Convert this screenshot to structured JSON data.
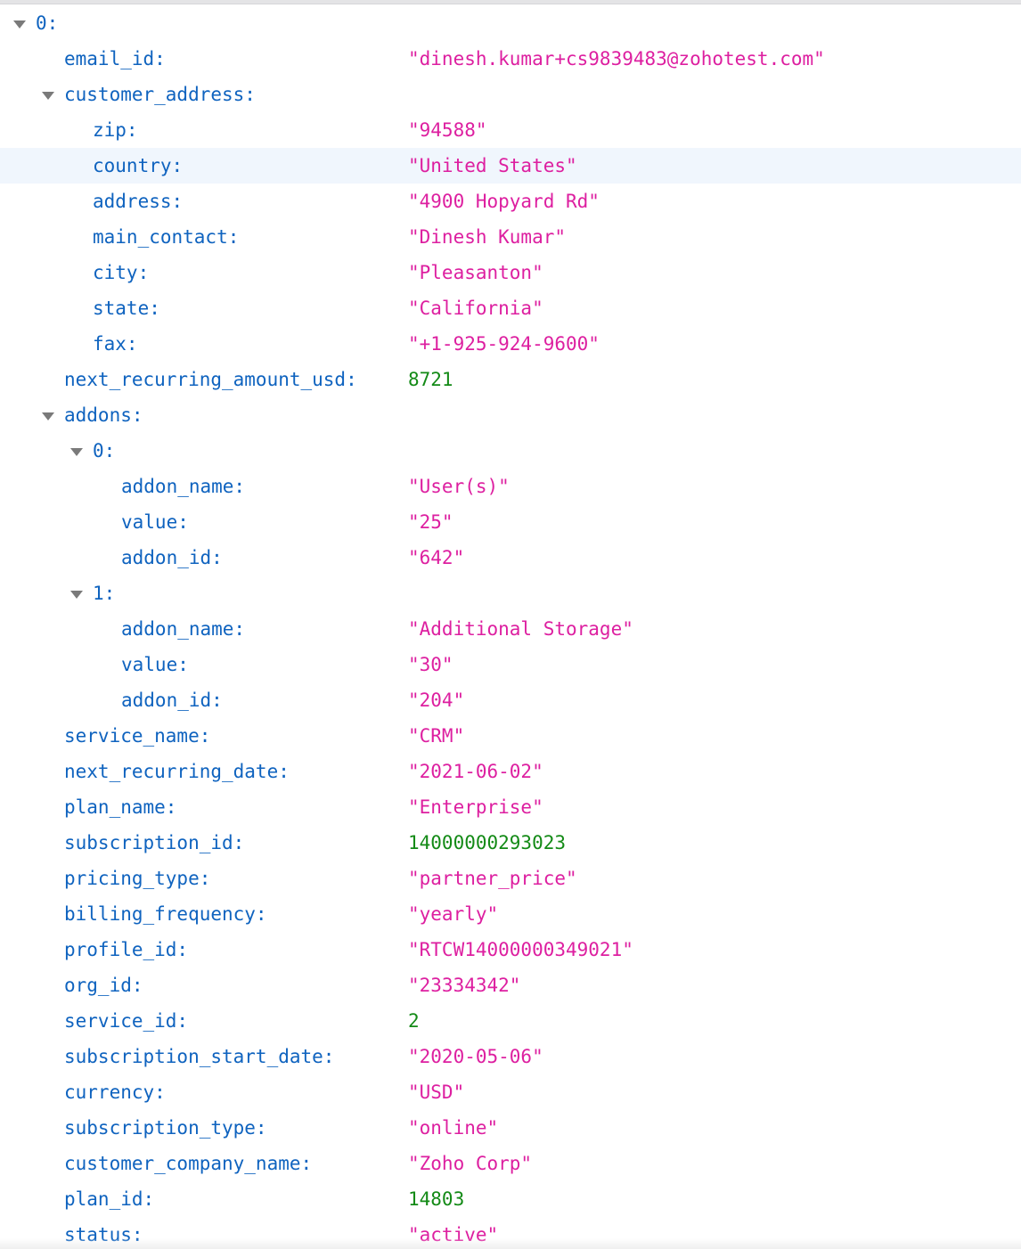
{
  "rows": [
    {
      "key": "0:",
      "value": null,
      "type": "node",
      "depth": 0,
      "expandable": true
    },
    {
      "key": "email_id:",
      "value": "\"dinesh.kumar+cs9839483@zohotest.com\"",
      "type": "str",
      "depth": 1
    },
    {
      "key": "customer_address:",
      "value": null,
      "type": "node",
      "depth": 1,
      "expandable": true
    },
    {
      "key": "zip:",
      "value": "\"94588\"",
      "type": "str",
      "depth": 2
    },
    {
      "key": "country:",
      "value": "\"United States\"",
      "type": "str",
      "depth": 2,
      "selected": true
    },
    {
      "key": "address:",
      "value": "\"4900 Hopyard Rd\"",
      "type": "str",
      "depth": 2
    },
    {
      "key": "main_contact:",
      "value": "\"Dinesh Kumar\"",
      "type": "str",
      "depth": 2
    },
    {
      "key": "city:",
      "value": "\"Pleasanton\"",
      "type": "str",
      "depth": 2
    },
    {
      "key": "state:",
      "value": "\"California\"",
      "type": "str",
      "depth": 2
    },
    {
      "key": "fax:",
      "value": "\"+1-925-924-9600\"",
      "type": "str",
      "depth": 2
    },
    {
      "key": "next_recurring_amount_usd:",
      "value": "8721",
      "type": "num",
      "depth": 1
    },
    {
      "key": "addons:",
      "value": null,
      "type": "node",
      "depth": 1,
      "expandable": true
    },
    {
      "key": "0:",
      "value": null,
      "type": "node",
      "depth": 2,
      "expandable": true
    },
    {
      "key": "addon_name:",
      "value": "\"User(s)\"",
      "type": "str",
      "depth": 3
    },
    {
      "key": "value:",
      "value": "\"25\"",
      "type": "str",
      "depth": 3
    },
    {
      "key": "addon_id:",
      "value": "\"642\"",
      "type": "str",
      "depth": 3
    },
    {
      "key": "1:",
      "value": null,
      "type": "node",
      "depth": 2,
      "expandable": true
    },
    {
      "key": "addon_name:",
      "value": "\"Additional Storage\"",
      "type": "str",
      "depth": 3
    },
    {
      "key": "value:",
      "value": "\"30\"",
      "type": "str",
      "depth": 3
    },
    {
      "key": "addon_id:",
      "value": "\"204\"",
      "type": "str",
      "depth": 3
    },
    {
      "key": "service_name:",
      "value": "\"CRM\"",
      "type": "str",
      "depth": 1
    },
    {
      "key": "next_recurring_date:",
      "value": "\"2021-06-02\"",
      "type": "str",
      "depth": 1
    },
    {
      "key": "plan_name:",
      "value": "\"Enterprise\"",
      "type": "str",
      "depth": 1
    },
    {
      "key": "subscription_id:",
      "value": "14000000293023",
      "type": "num",
      "depth": 1
    },
    {
      "key": "pricing_type:",
      "value": "\"partner_price\"",
      "type": "str",
      "depth": 1
    },
    {
      "key": "billing_frequency:",
      "value": "\"yearly\"",
      "type": "str",
      "depth": 1
    },
    {
      "key": "profile_id:",
      "value": "\"RTCW14000000349021\"",
      "type": "str",
      "depth": 1
    },
    {
      "key": "org_id:",
      "value": "\"23334342\"",
      "type": "str",
      "depth": 1
    },
    {
      "key": "service_id:",
      "value": "2",
      "type": "num",
      "depth": 1
    },
    {
      "key": "subscription_start_date:",
      "value": "\"2020-05-06\"",
      "type": "str",
      "depth": 1
    },
    {
      "key": "currency:",
      "value": "\"USD\"",
      "type": "str",
      "depth": 1
    },
    {
      "key": "subscription_type:",
      "value": "\"online\"",
      "type": "str",
      "depth": 1
    },
    {
      "key": "customer_company_name:",
      "value": "\"Zoho Corp\"",
      "type": "str",
      "depth": 1
    },
    {
      "key": "plan_id:",
      "value": "14803",
      "type": "num",
      "depth": 1
    },
    {
      "key": "status:",
      "value": "\"active\"",
      "type": "str",
      "depth": 1
    }
  ],
  "colors": {
    "key": "#0f63bf",
    "string": "#dd1fa0",
    "number": "#138a16",
    "twisty": "#7a7a7a",
    "selected_row": "#f0f6fd"
  },
  "icons": {
    "expanded": "triangle-down-icon"
  }
}
